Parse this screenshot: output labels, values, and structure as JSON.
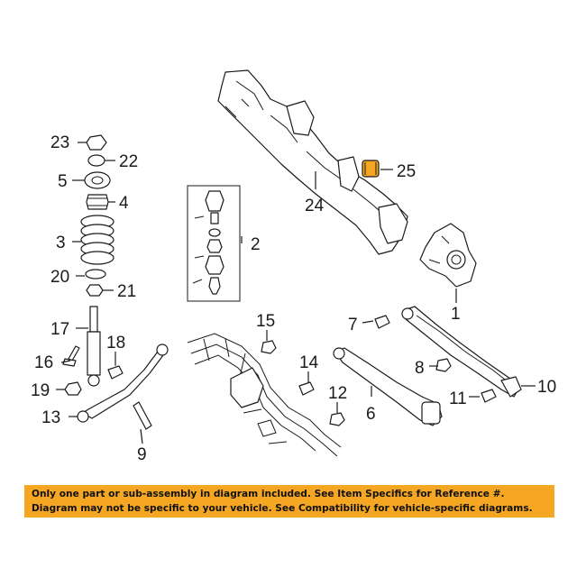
{
  "callouts": {
    "n1": "1",
    "n2": "2",
    "n3": "3",
    "n4": "4",
    "n5": "5",
    "n6": "6",
    "n7": "7",
    "n8": "8",
    "n9": "9",
    "n10": "10",
    "n11": "11",
    "n12": "12",
    "n13": "13",
    "n14": "14",
    "n15": "15",
    "n16": "16",
    "n17": "17",
    "n18": "18",
    "n19": "19",
    "n20": "20",
    "n21": "21",
    "n22": "22",
    "n23": "23",
    "n24": "24",
    "n25": "25"
  },
  "highlighted_part": "25",
  "highlight_color": "#f5a623",
  "banner": {
    "line1": "Only one part or sub-assembly in diagram included. See Item Specifics for Reference #.",
    "line2": "Diagram may not be specific to your vehicle. See Compatibility for vehicle-specific diagrams.",
    "color": "#f5a623"
  }
}
